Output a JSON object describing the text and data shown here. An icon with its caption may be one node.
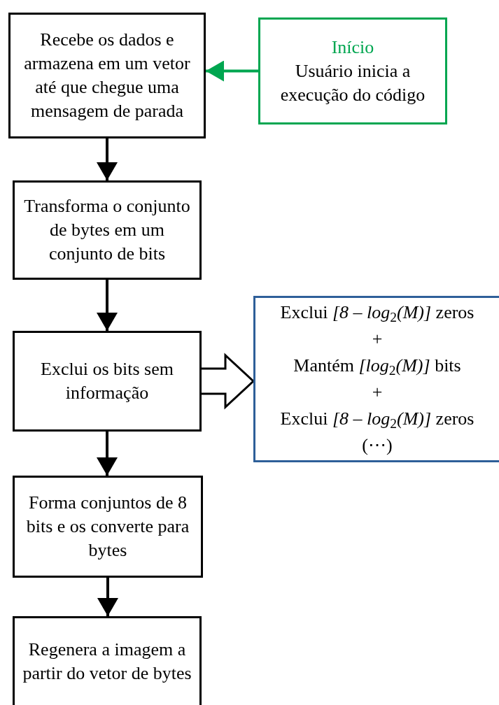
{
  "diagram": {
    "nodes": [
      {
        "text": [
          "Recebe os dados e armazena em um vetor até que chegue uma mensagem de parada"
        ]
      },
      {
        "text": [
          "Início",
          "Usuário inicia a execução do código"
        ]
      },
      {
        "text": [
          "Transforma o conjunto de bytes em um conjunto de bits"
        ]
      },
      {
        "text": [
          "Exclui os bits sem informação"
        ]
      },
      {
        "text": [
          "Exclui *[8 – log*$_{2}$*(M)]* zeros",
          "+",
          "Mantém *[log*$_{2}$*(M)]* bits",
          "+",
          "Exclui *[8 – log*$_{2}$*(M)]* zeros",
          "(⋯)"
        ]
      },
      {
        "text": [
          "Forma conjuntos de 8 bits e os converte para bytes"
        ]
      },
      {
        "text": [
          "Regenera a imagem a partir do vetor de bytes"
        ]
      }
    ],
    "edges": [
      {
        "from": 1,
        "to": 0,
        "arrow": "to",
        "color": "#00a650"
      },
      {
        "from": 0,
        "to": 2,
        "arrow": "to"
      },
      {
        "from": 2,
        "to": 3,
        "arrow": "to"
      },
      {
        "from": 3,
        "to": 4,
        "arrow": "to",
        "style": "thick"
      },
      {
        "from": 3,
        "to": 5,
        "arrow": "to"
      },
      {
        "from": 5,
        "to": 6,
        "arrow": "to"
      }
    ]
  }
}
